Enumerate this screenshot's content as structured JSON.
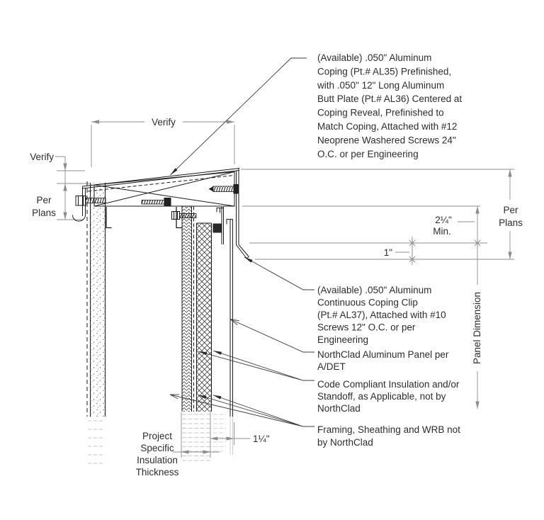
{
  "drawing": {
    "dims": {
      "verify_top": "Verify",
      "verify_left": "Verify",
      "per_plans_left": [
        "Per",
        "Plans"
      ],
      "per_plans_right": [
        "Per",
        "Plans"
      ],
      "min_225": [
        "2¼\"",
        "Min."
      ],
      "one_inch": "1\"",
      "panel_dimension": "Panel Dimension",
      "one_quarter_inch": "1¼\"",
      "insulation_thickness": [
        "Project",
        "Specific",
        "Insulation",
        "Thickness"
      ]
    },
    "notes": {
      "coping": [
        "(Available) .050\" Aluminum",
        "Coping (Pt.# AL35) Prefinished,",
        "with .050\" 12\" Long Aluminum",
        "Butt Plate (Pt.# AL36) Centered at",
        "Coping Reveal, Prefinished to",
        "Match Coping, Attached with #12",
        "Neoprene Washered Screws 24\"",
        "O.C. or per Engineering"
      ],
      "clip": [
        "(Available) .050\" Aluminum",
        "Continuous Coping Clip",
        "(Pt.# AL37), Attached with #10",
        "Screws 12\" O.C. or per",
        "Engineering"
      ],
      "panel": [
        "NorthClad Aluminum Panel per",
        "A/DET"
      ],
      "insulation": [
        "Code Compliant Insulation and/or",
        "Standoff, as Applicable, not by",
        "NorthClad"
      ],
      "framing": [
        "Framing, Sheathing and WRB not",
        "by NorthClad"
      ]
    },
    "colors": {
      "line": "#1a1a1a",
      "dim_line": "#8c8c8c",
      "text": "#2d2d2d",
      "ghost": "#c9c9c9",
      "background": "#ffffff"
    }
  }
}
